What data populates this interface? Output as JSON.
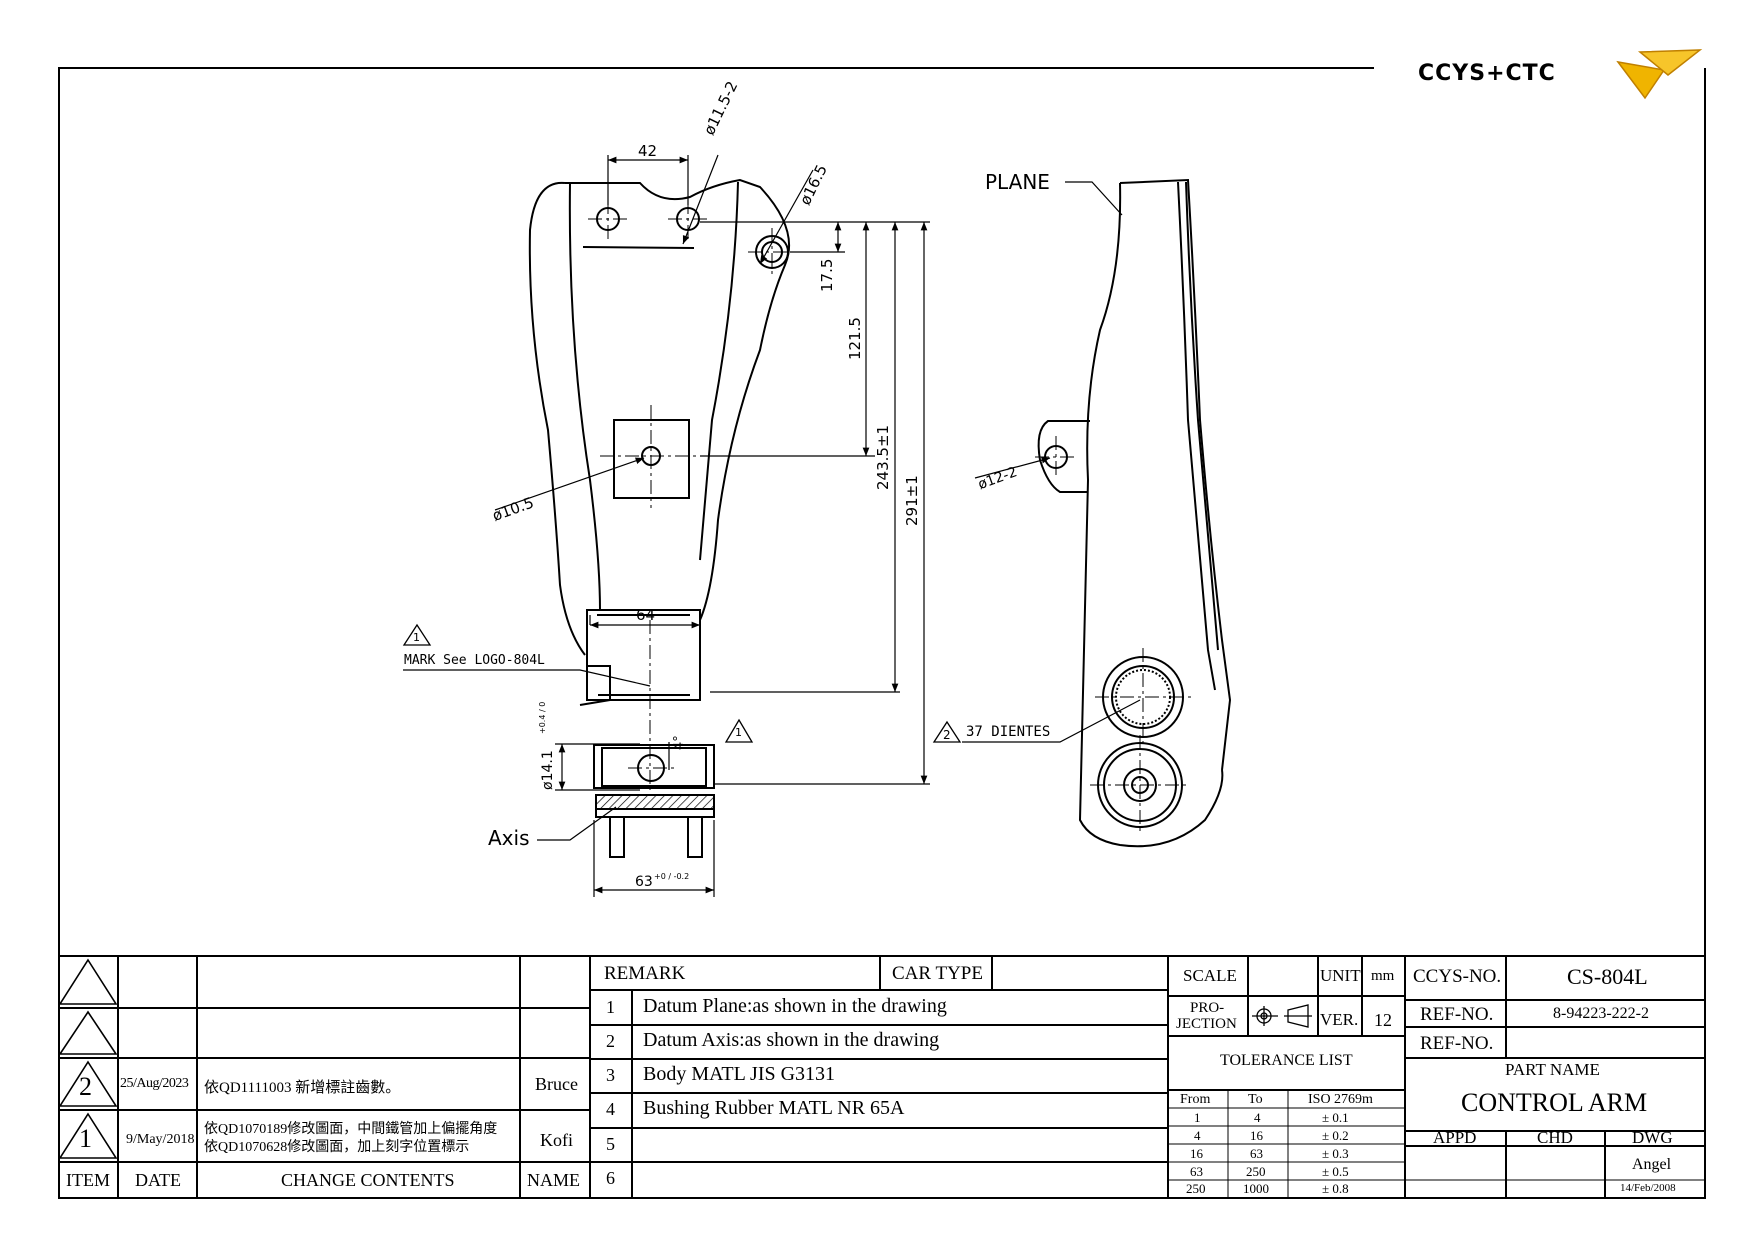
{
  "logo": {
    "text": "CCYS+CTC"
  },
  "labels": {
    "plane": "PLANE",
    "axis": "Axis",
    "mark": "MARK See LOGO-804L",
    "dientes": "37 DIENTES",
    "rev1": "1",
    "rev2": "2",
    "rev1b": "1"
  },
  "dimensions": {
    "d42": "42",
    "d115": "ø11.5-2",
    "d165": "ø16.5",
    "d175": "17.5",
    "d1215": "121.5",
    "d2435": "243.5±1",
    "d291": "291±1",
    "d105": "ø10.5",
    "d64": "64",
    "d4": "4°",
    "d141": "ø14.1",
    "d141_tol": "+0.4 / 0",
    "d63": "63",
    "d63_tol": "+0 / -0.2",
    "d12": "ø12-2"
  },
  "revisions": {
    "rows": [
      {
        "item": "",
        "date": "",
        "contents": "",
        "name": ""
      },
      {
        "item": "",
        "date": "",
        "contents": "",
        "name": ""
      },
      {
        "item": "2",
        "date": "25/Aug/2023",
        "contents": "依QD1111003 新增標註齒數。",
        "name": "Bruce"
      },
      {
        "item": "1",
        "date": "9/May/2018",
        "contents": "依QD1070189修改圖面，中間鐵管加上偏擺角度",
        "contents2": "依QD1070628修改圖面，加上刻字位置標示",
        "name": "Kofi"
      }
    ],
    "headers": {
      "item": "ITEM",
      "date": "DATE",
      "contents": "CHANGE CONTENTS",
      "name": "NAME"
    }
  },
  "remarks": {
    "header": "REMARK",
    "car_type": "CAR TYPE",
    "car_type_value": "",
    "items": [
      {
        "no": "1",
        "text": "Datum Plane:as shown in the drawing"
      },
      {
        "no": "2",
        "text": "Datum Axis:as shown in the drawing"
      },
      {
        "no": "3",
        "text": "Body MATL JIS G3131"
      },
      {
        "no": "4",
        "text": "Bushing Rubber MATL NR 65A"
      },
      {
        "no": "5",
        "text": ""
      },
      {
        "no": "6",
        "text": ""
      }
    ]
  },
  "title_block": {
    "scale_label": "SCALE",
    "scale_value": "",
    "unit_label": "UNIT",
    "unit_value": "mm",
    "projection_label1": "PRO-",
    "projection_label2": "JECTION",
    "ver_label": "VER.",
    "ver_value": "12",
    "tolerance_title": "TOLERANCE LIST",
    "tolerance_headers": [
      "From",
      "To",
      "ISO 2769m"
    ],
    "tolerance_rows": [
      [
        "1",
        "4",
        "± 0.1"
      ],
      [
        "4",
        "16",
        "± 0.2"
      ],
      [
        "16",
        "63",
        "± 0.3"
      ],
      [
        "63",
        "250",
        "± 0.5"
      ],
      [
        "250",
        "1000",
        "± 0.8"
      ]
    ],
    "ccys_no_label": "CCYS-NO.",
    "ccys_no_value": "CS-804L",
    "ref_no_label": "REF-NO.",
    "ref_no_value": "8-94223-222-2",
    "ref_no2_label": "REF-NO.",
    "ref_no2_value": "",
    "part_name_label": "PART NAME",
    "part_name_value": "CONTROL ARM",
    "appd_label": "APPD",
    "chd_label": "CHD",
    "dwg_label": "DWG",
    "dwg_value": "Angel",
    "dwg_date": "14/Feb/2008"
  }
}
